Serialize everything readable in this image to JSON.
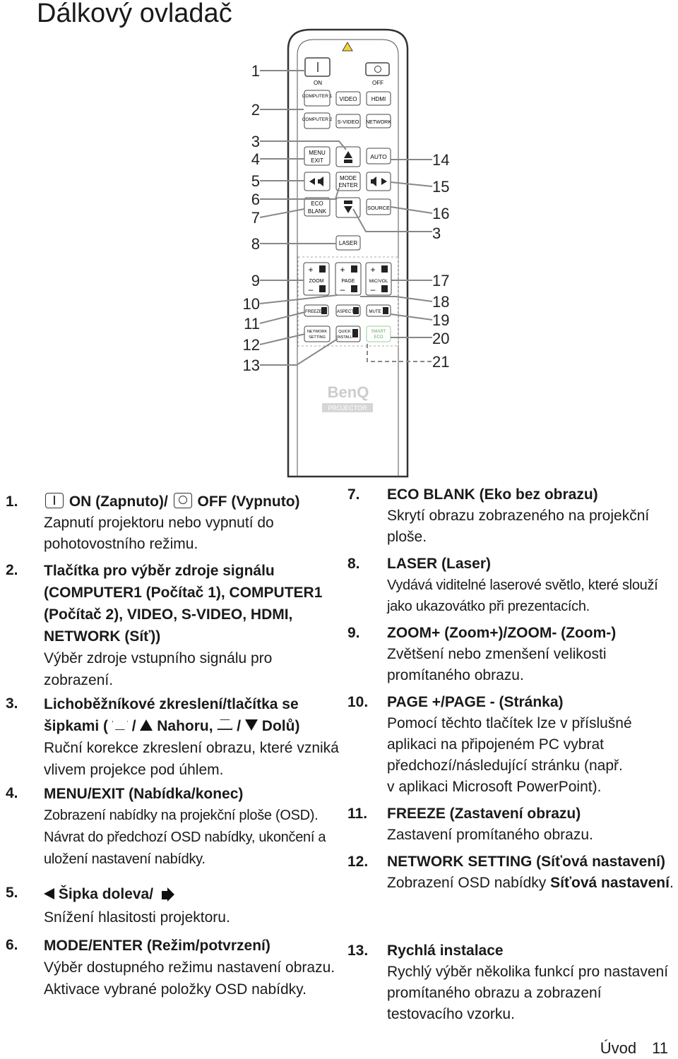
{
  "page_title": "Dálkový ovladač",
  "remote": {
    "brand": "BenQ",
    "brand_sub": "PROJECTOR",
    "buttons": {
      "on": "ON",
      "off": "OFF",
      "computer1": "COMPUTER 1",
      "video": "VIDEO",
      "hdmi": "HDMI",
      "computer2": "COMPUTER 2",
      "svideo": "S-VIDEO",
      "network": "NETWORK",
      "menu": "MENU",
      "exit": "EXIT",
      "auto": "AUTO",
      "mode": "MODE",
      "enter": "ENTER",
      "eco": "ECO",
      "blank": "BLANK",
      "source": "SOURCE",
      "laser": "LASER",
      "zoom": "ZOOM",
      "page": "PAGE",
      "micvol": "MIC/VOL",
      "freeze": "FREEZE",
      "aspect": "ASPECT",
      "mute": "MUTE",
      "network_setting_1": "NETWORK",
      "network_setting_2": "SETTING",
      "quick_1": "QUICK",
      "quick_2": "INSTALL",
      "smart_1": "SMART",
      "smart_2": "ECO"
    },
    "callouts_left": [
      "1",
      "2",
      "3",
      "4",
      "5",
      "6",
      "7",
      "8",
      "9",
      "10",
      "11",
      "12",
      "13"
    ],
    "callouts_right": [
      "14",
      "15",
      "16",
      "3",
      "17",
      "18",
      "19",
      "20",
      "21"
    ]
  },
  "left_items": [
    {
      "n": "1.",
      "head_on": "ON (Zapnuto)/",
      "head_off": "OFF (Vypnuto)",
      "body": "Zapnutí projektoru nebo vypnutí do pohotovostního režimu."
    },
    {
      "n": "2.",
      "head": "Tlačítka pro výběr zdroje signálu (COMPUTER1 (Počítač 1), COMPUTER1 (Počítač 2), VIDEO, S-VIDEO, HDMI, NETWORK (Síť))",
      "body": "Výběr zdroje vstupního signálu pro zobrazení."
    },
    {
      "n": "3.",
      "head_a": "Lichoběžníkové zkreslení/tlačítka se šipkami (",
      "head_b": "Nahoru,",
      "head_c": "Dolů)",
      "body": "Ruční korekce zkreslení obrazu, které vzniká vlivem projekce pod úhlem."
    },
    {
      "n": "4.",
      "head": "MENU/EXIT (Nabídka/konec)",
      "body": "Zobrazení nabídky na projekční ploše (OSD). Návrat do předchozí OSD nabídky, ukončení a uložení nastavení nabídky."
    },
    {
      "n": "5.",
      "head": "Šipka doleva/",
      "body": "Snížení hlasitosti projektoru."
    },
    {
      "n": "6.",
      "head": "MODE/ENTER (Režim/potvrzení)",
      "body1": "Výběr dostupného režimu nastavení obrazu.",
      "body2": "Aktivace vybrané položky OSD nabídky."
    }
  ],
  "right_items": [
    {
      "n": "7.",
      "head": "ECO BLANK (Eko bez obrazu)",
      "body": "Skrytí obrazu zobrazeného na projekční ploše."
    },
    {
      "n": "8.",
      "head": "LASER (Laser)",
      "body": "Vydává viditelné laserové světlo, které slouží jako ukazovátko při prezentacích."
    },
    {
      "n": "9.",
      "head": "ZOOM+ (Zoom+)/ZOOM- (Zoom-)",
      "body": "Zvětšení nebo zmenšení velikosti promítaného obrazu."
    },
    {
      "n": "10.",
      "head": "PAGE +/PAGE - (Stránka)",
      "body1": "Pomocí těchto tlačítek lze v příslušné aplikaci na připojeném PC vybrat předchozí/následující stránku (např.",
      "body2": "v aplikaci Microsoft PowerPoint)."
    },
    {
      "n": "11.",
      "head": "FREEZE (Zastavení obrazu)",
      "body": "Zastavení promítaného obrazu."
    },
    {
      "n": "12.",
      "head": "NETWORK SETTING (Síťová nastavení)",
      "body_pre": "Zobrazení OSD nabídky ",
      "body_bold": "Síťová nastavení",
      "body_post": "."
    },
    {
      "n": "13.",
      "head": "Rychlá instalace",
      "body": "Rychlý výběr několika funkcí pro nastavení promítaného obrazu a zobrazení testovacího vzorku."
    }
  ],
  "footer": {
    "section": "Úvod",
    "page": "11"
  }
}
